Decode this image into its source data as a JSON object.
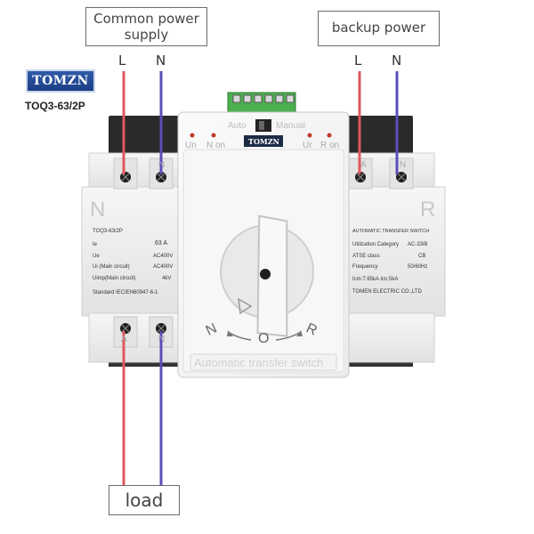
{
  "labels": {
    "common_power": [
      "Common power",
      "supply"
    ],
    "backup_power": "backup power",
    "load": "load",
    "L": "L",
    "N": "N"
  },
  "brand": {
    "logo_text": "TOMZN",
    "model": "TOQ3-63/2P"
  },
  "device": {
    "top_labels": {
      "auto": "Auto",
      "manual": "Manual"
    },
    "indicators": {
      "un": "Un",
      "n_on": "N on",
      "ur": "Ur",
      "r_on": "R on"
    },
    "center_logo": "TOMZN",
    "left_panel": {
      "big_letter": "N",
      "model": "TOQ3-63/2P",
      "rows": [
        [
          "Ie",
          "63 A"
        ],
        [
          "Ue",
          "AC400V"
        ],
        [
          "Ui (Main circuit)",
          "AC400V"
        ],
        [
          "Uimp(Main circuit)",
          "4kV"
        ]
      ],
      "standard": "Standard  IEC/EN60947-6-1"
    },
    "right_panel": {
      "big_letter": "R",
      "title": "AUTOMATIC TRANSFER SWITCH",
      "rows": [
        [
          "Utilization Category",
          "AC-33iB"
        ],
        [
          "ATSE class",
          "CB"
        ],
        [
          "Frequency",
          "50/60Hz"
        ],
        [
          "Icm:7.65kA  Icn:5kA",
          ""
        ]
      ],
      "maker": "TOMEN ELECTRIC CO.,LTD"
    },
    "terminal_letters": {
      "top_left": [
        "",
        "N"
      ],
      "top_right": [
        "A",
        "N"
      ],
      "bottom": [
        "A",
        "N"
      ]
    },
    "dial": {
      "n": "N",
      "o": "O",
      "r": "R"
    },
    "bottom_text": "Automatic transfer switch"
  },
  "colors": {
    "live_wire": "#e0585e",
    "neutral_wire": "#5a4fb8",
    "body": "#efefef",
    "terminal_block": "#4caf50"
  }
}
